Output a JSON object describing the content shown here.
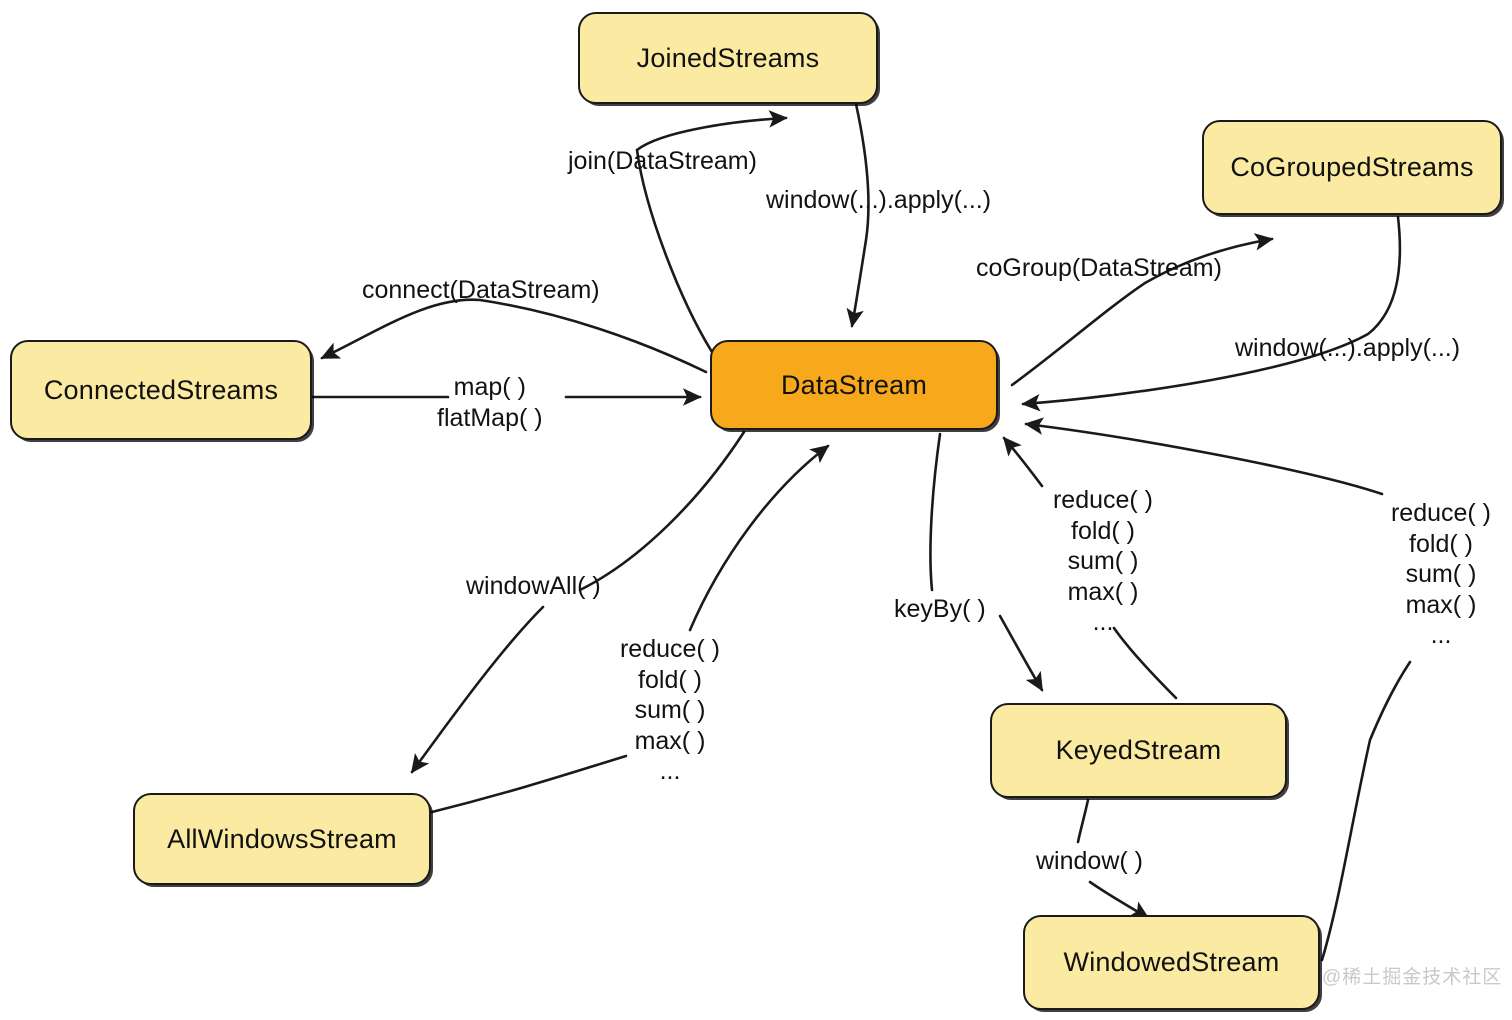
{
  "diagram": {
    "title": "Flink DataStream API transformation relationships",
    "colors": {
      "node_yellow": "#FBEBA2",
      "node_orange": "#F7A81B",
      "stroke": "#1a1a1a",
      "text": "#111111",
      "watermark": "#c9c9c9",
      "background": "#ffffff"
    },
    "nodes": [
      {
        "id": "joined",
        "label": "JoinedStreams",
        "kind": "yellow"
      },
      {
        "id": "cogrouped",
        "label": "CoGroupedStreams",
        "kind": "yellow"
      },
      {
        "id": "connected",
        "label": "ConnectedStreams",
        "kind": "yellow"
      },
      {
        "id": "datastream",
        "label": "DataStream",
        "kind": "orange"
      },
      {
        "id": "allwindows",
        "label": "AllWindowsStream",
        "kind": "yellow"
      },
      {
        "id": "keyed",
        "label": "KeyedStream",
        "kind": "yellow"
      },
      {
        "id": "windowed",
        "label": "WindowedStream",
        "kind": "yellow"
      }
    ],
    "edge_labels": [
      {
        "id": "join",
        "text": "join(DataStream)",
        "from": "datastream",
        "to": "joined"
      },
      {
        "id": "join-apply",
        "text": "window(...).apply(...)",
        "from": "joined",
        "to": "datastream"
      },
      {
        "id": "cogroup",
        "text": "coGroup(DataStream)",
        "from": "datastream",
        "to": "cogrouped"
      },
      {
        "id": "cogroup-apply",
        "text": "window(...).apply(...)",
        "from": "cogrouped",
        "to": "datastream"
      },
      {
        "id": "connect",
        "text": "connect(DataStream)",
        "from": "datastream",
        "to": "connected"
      },
      {
        "id": "map-flatmap",
        "text": "map( )\nflatMap( )",
        "from": "connected",
        "to": "datastream"
      },
      {
        "id": "windowall",
        "text": "windowAll( )",
        "from": "datastream",
        "to": "allwindows"
      },
      {
        "id": "allwindows-aggs",
        "text": "reduce( )\nfold( )\nsum( )\nmax( )\n...",
        "from": "allwindows",
        "to": "datastream"
      },
      {
        "id": "keyby",
        "text": "keyBy( )",
        "from": "datastream",
        "to": "keyed"
      },
      {
        "id": "keyed-aggs",
        "text": "reduce( )\nfold( )\nsum( )\nmax( )\n...",
        "from": "keyed",
        "to": "datastream"
      },
      {
        "id": "window",
        "text": "window( )",
        "from": "keyed",
        "to": "windowed"
      },
      {
        "id": "windowed-aggs",
        "text": "reduce( )\nfold( )\nsum( )\nmax( )\n...",
        "from": "windowed",
        "to": "datastream"
      }
    ],
    "watermark": "@稀土掘金技术社区"
  }
}
